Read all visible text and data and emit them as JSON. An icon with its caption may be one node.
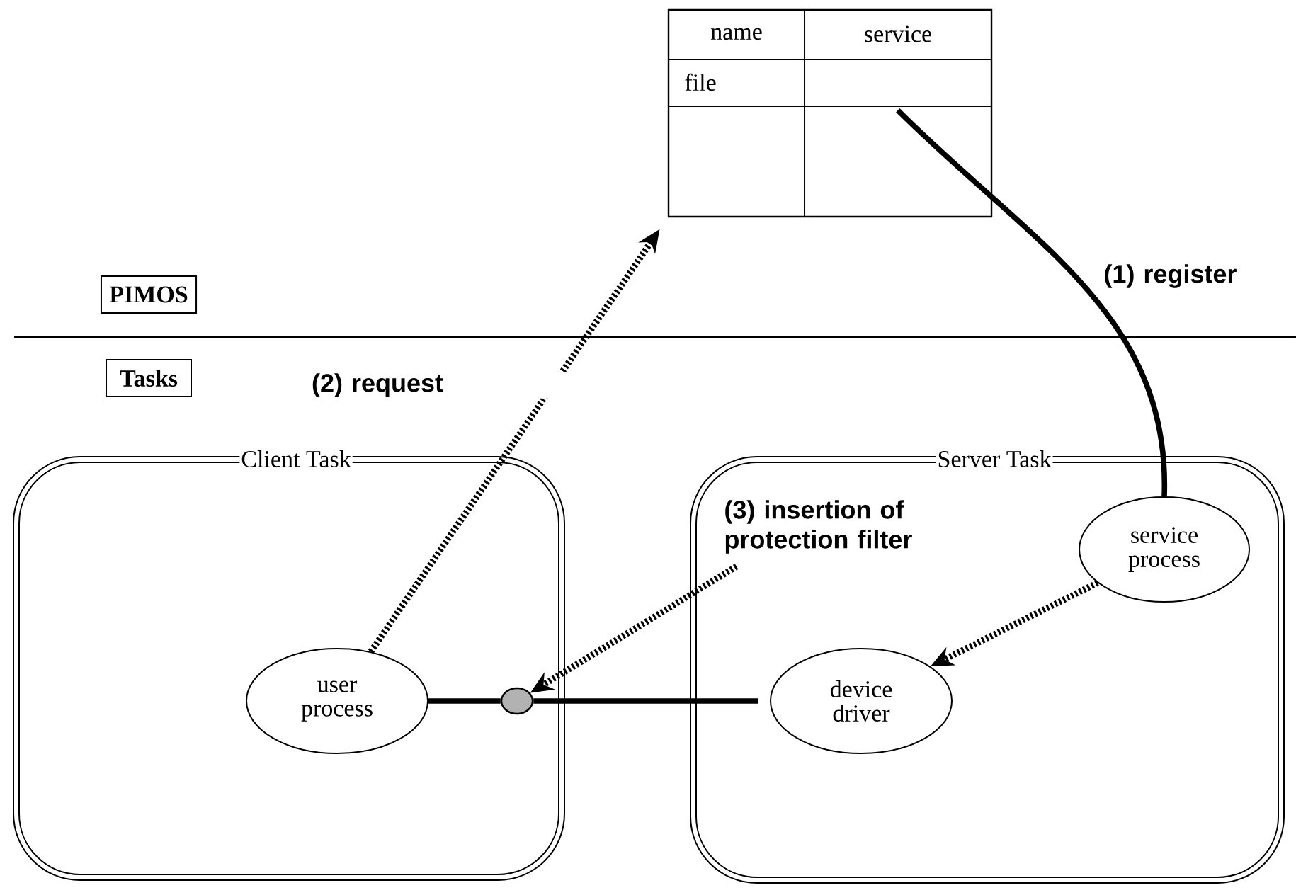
{
  "diagram": {
    "nodes": [
      {
        "text": [
          "name",
          "service",
          "file"
        ]
      },
      {
        "text": [
          "PIMOS"
        ]
      },
      {
        "text": [
          "Tasks"
        ]
      },
      {
        "text": [
          "Client Task"
        ]
      },
      {
        "text": [
          "Server Task"
        ]
      },
      {
        "text": [
          "user process"
        ],
        "in": 3
      },
      {
        "text": [],
        "shape": "circle",
        "in": 3
      },
      {
        "text": [
          "device driver"
        ],
        "in": 4
      },
      {
        "text": [
          "service process"
        ],
        "in": 4
      }
    ],
    "edges": [
      {
        "from": 8,
        "to": 0,
        "arrow": "none",
        "label": "(1) register"
      },
      {
        "from": 5,
        "to": 0,
        "arrow": "to",
        "label": "(2) request",
        "style": "dashed"
      },
      {
        "from": null,
        "to": 6,
        "arrow": "to",
        "label": "(3) insertion of protection filter",
        "style": "dashed"
      },
      {
        "from": 8,
        "to": 7,
        "arrow": "to",
        "style": "dashed"
      },
      {
        "from": 5,
        "to": 6,
        "arrow": "none"
      },
      {
        "from": 6,
        "to": 7,
        "arrow": "none"
      }
    ]
  }
}
